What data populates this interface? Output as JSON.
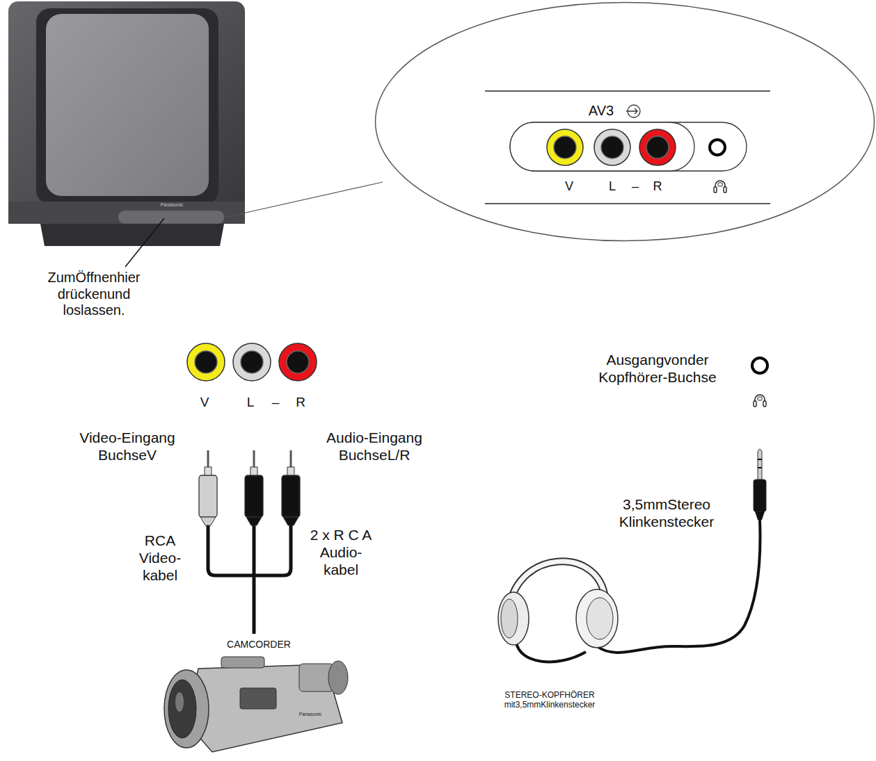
{
  "diagram": {
    "nodes": [
      {
        "text": [
          "AV3",
          "V",
          "L",
          "–",
          "R"
        ]
      }
    ],
    "labels": [
      "Panasonic",
      "ZumÖffnenhier drückenund loslassen.",
      "V",
      "L",
      "–",
      "R",
      "Video-Eingang BuchseV",
      "Audio-Eingang BuchseL/R",
      "RCA Video- kabel",
      "2 x R C A Audio- kabel",
      "CAMCORDER",
      "Panasonic",
      "Ausgangvonder Kopfhörer-Buchse",
      "3,5mmStereo Klinkenstecker",
      "STEREO-KOPFHÖRER mit3,5mmKlinkenstecker"
    ]
  }
}
